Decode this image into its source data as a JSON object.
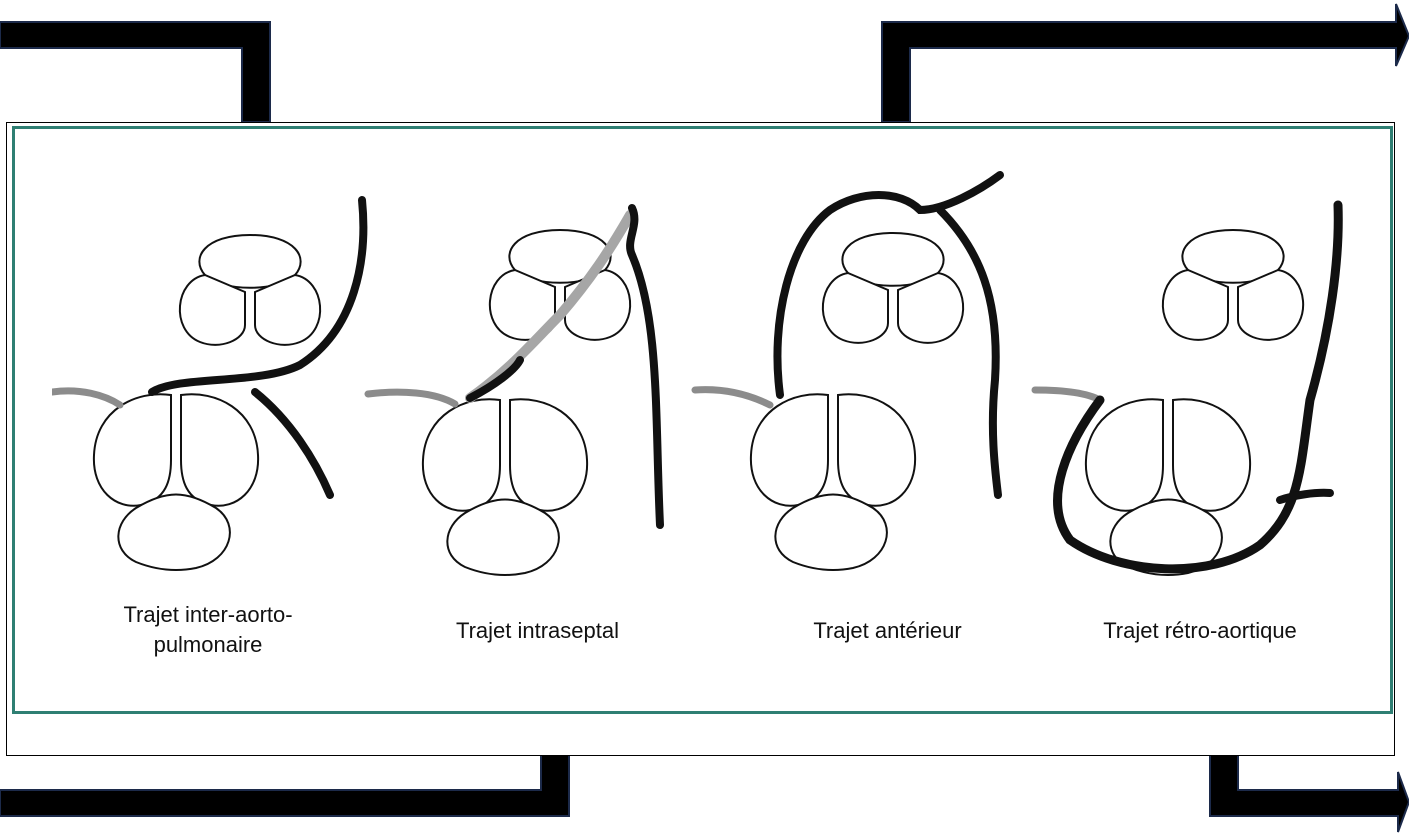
{
  "panels": [
    {
      "caption_line1": "Trajet inter-aorto-",
      "caption_line2": "pulmonaire"
    },
    {
      "caption": "Trajet intraseptal"
    },
    {
      "caption": "Trajet antérieur"
    },
    {
      "caption": "Trajet rétro-aortique"
    }
  ],
  "colors": {
    "frame_border": "#2f7f73",
    "artery_stroke": "#111111",
    "origin_stroke": "#8c8c8c",
    "connector_fill": "#000000",
    "connector_edge": "#1c2a4a"
  }
}
